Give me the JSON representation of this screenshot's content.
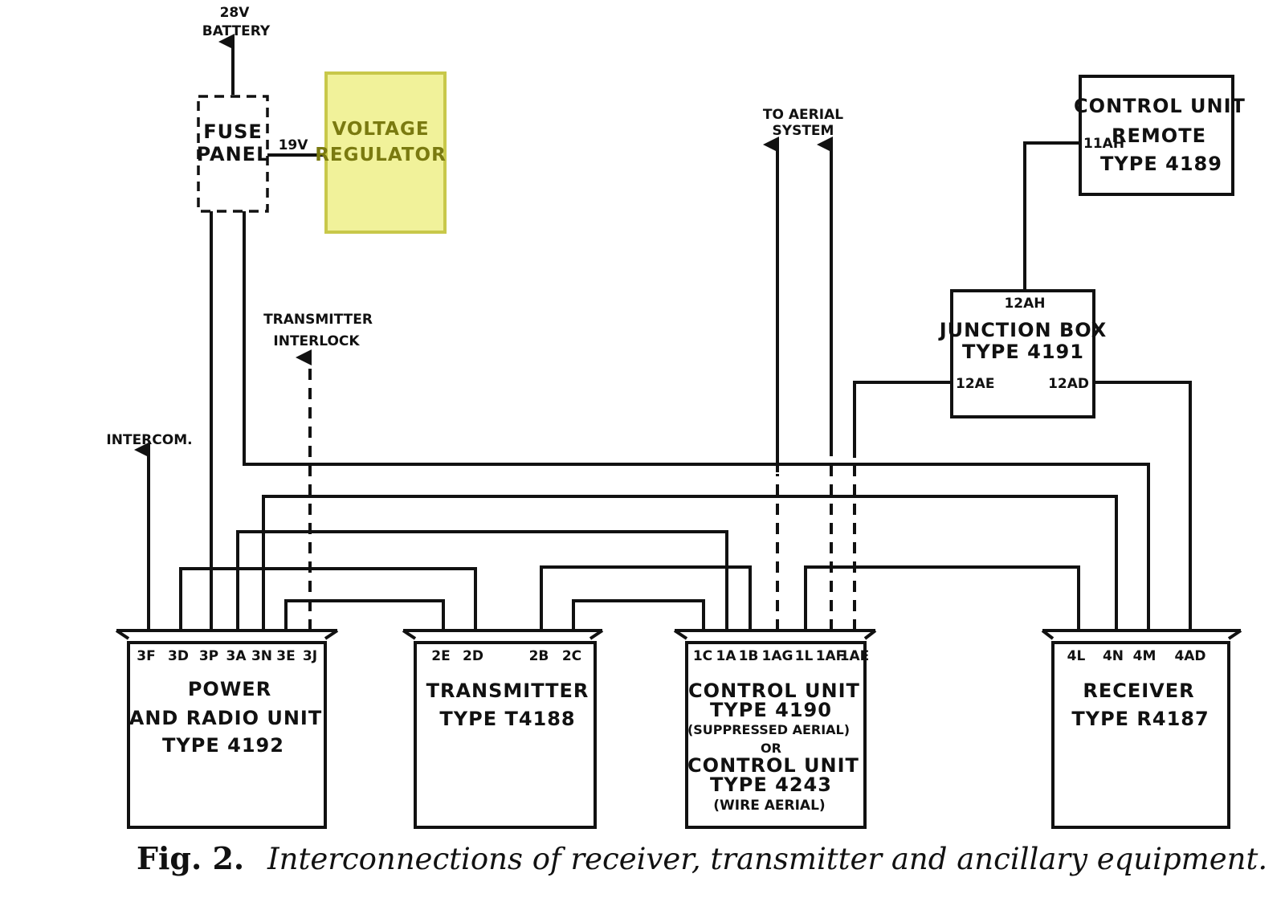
{
  "top_labels": {
    "battery_line1": "28V",
    "battery_line2": "BATTERY",
    "aerial_line1": "TO AERIAL",
    "aerial_line2": "SYSTEM",
    "interlock_line1": "TRANSMITTER",
    "interlock_line2": "INTERLOCK",
    "intercom": "INTERCOM.",
    "volt_19": "19V"
  },
  "fuse_panel": {
    "line1": "FUSE",
    "line2": "PANEL"
  },
  "voltage_regulator": {
    "line1": "VOLTAGE",
    "line2": "REGULATOR",
    "fill": "#f1f29a",
    "border": "#c8c84a"
  },
  "control_remote": {
    "line1": "CONTROL UNIT",
    "line2": "REMOTE",
    "line3": "TYPE 4189",
    "pin": "11AH"
  },
  "junction_box": {
    "line1": "JUNCTION BOX",
    "line2": "TYPE 4191",
    "pin_top": "12AH",
    "pin_left": "12AE",
    "pin_right": "12AD"
  },
  "power_unit": {
    "line1": "POWER",
    "line2": "AND RADIO UNIT",
    "line3": "TYPE 4192",
    "pins": [
      "3F",
      "3D",
      "3P",
      "3A",
      "3N",
      "3E",
      "3J"
    ]
  },
  "transmitter": {
    "line1": "TRANSMITTER",
    "line2": "TYPE T4188",
    "pins": [
      "2E",
      "2D",
      "2B",
      "2C"
    ]
  },
  "control_unit": {
    "line1": "CONTROL UNIT",
    "line2": "TYPE 4190",
    "line3": "(SUPPRESSED AERIAL)",
    "line4": "OR",
    "line5": "CONTROL UNIT",
    "line6": "TYPE 4243",
    "line7": "(WIRE AERIAL)",
    "pins": [
      "1C",
      "1A",
      "1B",
      "1AG",
      "1L",
      "1AF",
      "1AE"
    ]
  },
  "receiver": {
    "line1": "RECEIVER",
    "line2": "TYPE R4187",
    "pins": [
      "4L",
      "4N",
      "4M",
      "4AD"
    ]
  },
  "caption": {
    "fig": "Fig. 2.",
    "text": "Interconnections of receiver, transmitter and ancillary equipment."
  }
}
